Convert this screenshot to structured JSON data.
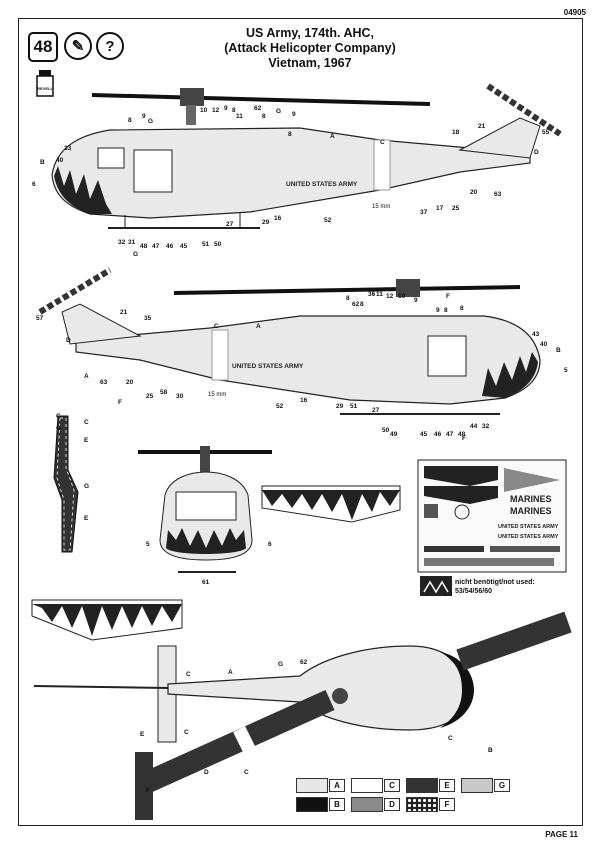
{
  "doc": {
    "code": "04905",
    "page": "PAGE 11",
    "title_lines": [
      "US Army, 174th. AHC,",
      "(Attack Helicopter Company)",
      "Vietnam, 1967"
    ],
    "scale": "48",
    "help_mark": "?",
    "paint_label": "REVELL",
    "army_text": "UNITED STATES ARMY",
    "dim": "15 mm",
    "not_used": [
      "nicht benötigt/not used:",
      "53/54/56/60"
    ],
    "sheet_text": {
      "marines": "MARINES",
      "army": "UNITED STATES ARMY"
    }
  },
  "side1_numbers": [
    "8",
    "9",
    "10",
    "12",
    "9",
    "8",
    "11",
    "62",
    "8",
    "9",
    "8",
    "18",
    "21",
    "55",
    "33",
    "40",
    "6",
    "32",
    "31",
    "48",
    "47",
    "46",
    "45",
    "51",
    "50",
    "27",
    "29",
    "16",
    "52",
    "37",
    "17",
    "25",
    "20",
    "63"
  ],
  "side2_numbers": [
    "8",
    "62",
    "8",
    "36",
    "11",
    "12",
    "10",
    "9",
    "9",
    "8",
    "8",
    "57",
    "21",
    "35",
    "43",
    "40",
    "5",
    "63",
    "20",
    "25",
    "58",
    "30",
    "16",
    "29",
    "51",
    "27",
    "50",
    "49",
    "45",
    "46",
    "47",
    "48",
    "44",
    "32",
    "52"
  ],
  "front_numbers": [
    "5",
    "6",
    "61"
  ],
  "color_codes": [
    "A",
    "B",
    "C",
    "D",
    "E",
    "F",
    "G"
  ],
  "legend": [
    {
      "code": "A",
      "color": "#e6e6e6"
    },
    {
      "code": "C",
      "color": "#ffffff"
    },
    {
      "code": "E",
      "color": "#333333"
    },
    {
      "code": "G",
      "color": "#c8c8c8"
    },
    {
      "code": "B",
      "color": "#111111"
    },
    {
      "code": "D",
      "color": "#8a8a8a"
    },
    {
      "code": "F",
      "color": "#222222"
    }
  ]
}
